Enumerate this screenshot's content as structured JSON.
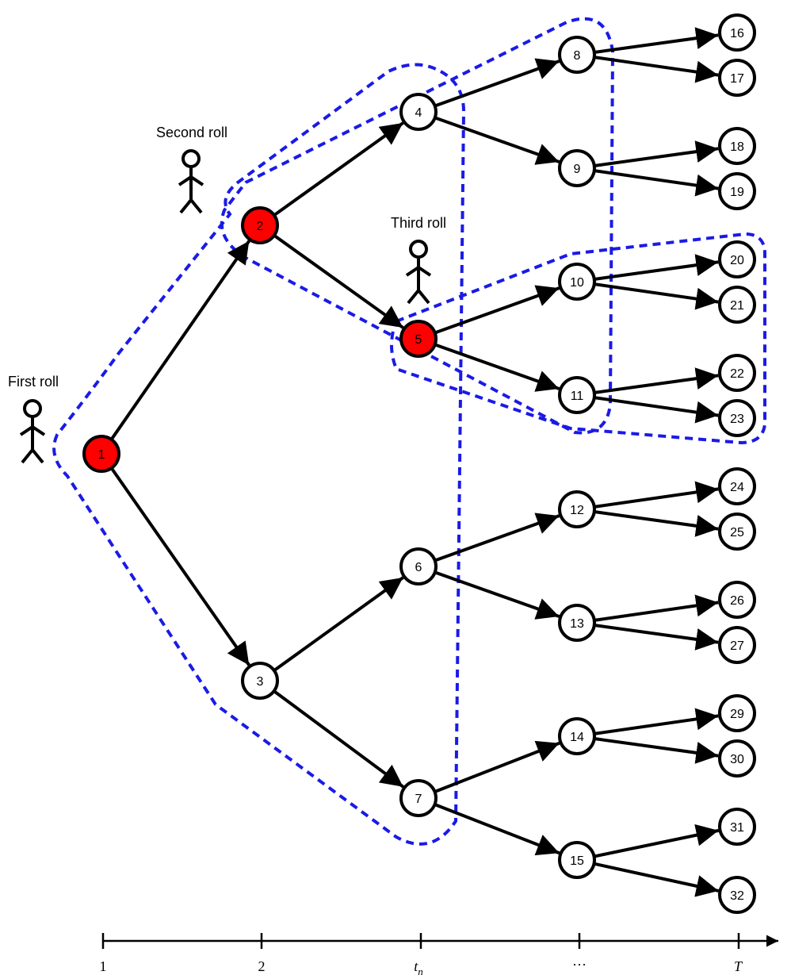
{
  "colors": {
    "stroke": "#000000",
    "highlight_fill": "#ff0000",
    "node_fill": "#ffffff",
    "dash": "#1a1ae6"
  },
  "nodes": [
    {
      "id": "1",
      "label": "1",
      "highlight": true
    },
    {
      "id": "2",
      "label": "2",
      "highlight": true
    },
    {
      "id": "3",
      "label": "3",
      "highlight": false
    },
    {
      "id": "4",
      "label": "4",
      "highlight": false
    },
    {
      "id": "5",
      "label": "5",
      "highlight": true
    },
    {
      "id": "6",
      "label": "6",
      "highlight": false
    },
    {
      "id": "7",
      "label": "7",
      "highlight": false
    },
    {
      "id": "8",
      "label": "8",
      "highlight": false
    },
    {
      "id": "9",
      "label": "9",
      "highlight": false
    },
    {
      "id": "10",
      "label": "10",
      "highlight": false
    },
    {
      "id": "11",
      "label": "11",
      "highlight": false
    },
    {
      "id": "12",
      "label": "12",
      "highlight": false
    },
    {
      "id": "13",
      "label": "13",
      "highlight": false
    },
    {
      "id": "14",
      "label": "14",
      "highlight": false
    },
    {
      "id": "15",
      "label": "15",
      "highlight": false
    },
    {
      "id": "16",
      "label": "16",
      "highlight": false
    },
    {
      "id": "17",
      "label": "17",
      "highlight": false
    },
    {
      "id": "18",
      "label": "18",
      "highlight": false
    },
    {
      "id": "19",
      "label": "19",
      "highlight": false
    },
    {
      "id": "20",
      "label": "20",
      "highlight": false
    },
    {
      "id": "21",
      "label": "21",
      "highlight": false
    },
    {
      "id": "22",
      "label": "22",
      "highlight": false
    },
    {
      "id": "23",
      "label": "23",
      "highlight": false
    },
    {
      "id": "24",
      "label": "24",
      "highlight": false
    },
    {
      "id": "25",
      "label": "25",
      "highlight": false
    },
    {
      "id": "26",
      "label": "26",
      "highlight": false
    },
    {
      "id": "27",
      "label": "27",
      "highlight": false
    },
    {
      "id": "29",
      "label": "29",
      "highlight": false
    },
    {
      "id": "30",
      "label": "30",
      "highlight": false
    },
    {
      "id": "31",
      "label": "31",
      "highlight": false
    },
    {
      "id": "32",
      "label": "32",
      "highlight": false
    }
  ],
  "edges": [
    [
      "1",
      "2"
    ],
    [
      "1",
      "3"
    ],
    [
      "2",
      "4"
    ],
    [
      "2",
      "5"
    ],
    [
      "3",
      "6"
    ],
    [
      "3",
      "7"
    ],
    [
      "4",
      "8"
    ],
    [
      "4",
      "9"
    ],
    [
      "5",
      "10"
    ],
    [
      "5",
      "11"
    ],
    [
      "6",
      "12"
    ],
    [
      "6",
      "13"
    ],
    [
      "7",
      "14"
    ],
    [
      "7",
      "15"
    ],
    [
      "8",
      "16"
    ],
    [
      "8",
      "17"
    ],
    [
      "9",
      "18"
    ],
    [
      "9",
      "19"
    ],
    [
      "10",
      "20"
    ],
    [
      "10",
      "21"
    ],
    [
      "11",
      "22"
    ],
    [
      "11",
      "23"
    ],
    [
      "12",
      "24"
    ],
    [
      "12",
      "25"
    ],
    [
      "13",
      "26"
    ],
    [
      "13",
      "27"
    ],
    [
      "14",
      "29"
    ],
    [
      "14",
      "30"
    ],
    [
      "15",
      "31"
    ],
    [
      "15",
      "32"
    ]
  ],
  "rolls": [
    {
      "id": "first",
      "label": "First roll"
    },
    {
      "id": "second",
      "label": "Second roll"
    },
    {
      "id": "third",
      "label": "Third roll"
    }
  ],
  "axis": {
    "ticks": [
      {
        "label": "1",
        "italic": false
      },
      {
        "label": "2",
        "italic": false
      },
      {
        "label": "t",
        "sub": "n",
        "italic": true
      },
      {
        "label": "···",
        "italic": false
      },
      {
        "label": "T",
        "italic": true
      }
    ]
  }
}
